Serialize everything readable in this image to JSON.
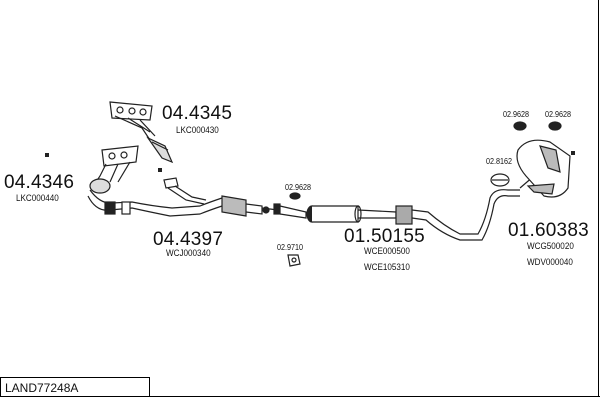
{
  "parts": {
    "manifold_upper": {
      "number": "04.4345",
      "code": "LKC000430"
    },
    "manifold_lower": {
      "number": "04.4346",
      "code": "LKC000440"
    },
    "front_pipe": {
      "number": "04.4397",
      "code": "WCJ000340"
    },
    "center_silencer": {
      "number": "01.50155",
      "code1": "WCE000500",
      "code2": "WCE105310"
    },
    "rear_silencer": {
      "number": "01.60383",
      "code1": "WCG500020",
      "code2": "WDV000040"
    },
    "gasket_front": {
      "number": "02.9628"
    },
    "clamp_front": {
      "number": "02.9710"
    },
    "gasket_rear_a": {
      "number": "02.9628"
    },
    "gasket_rear_b": {
      "number": "02.9628"
    },
    "hanger_rear": {
      "number": "02.8162"
    }
  },
  "footer": {
    "label": "LAND77248A"
  },
  "colors": {
    "line": "#222222",
    "fill": "#ffffff",
    "shade": "#9a9a9a"
  }
}
